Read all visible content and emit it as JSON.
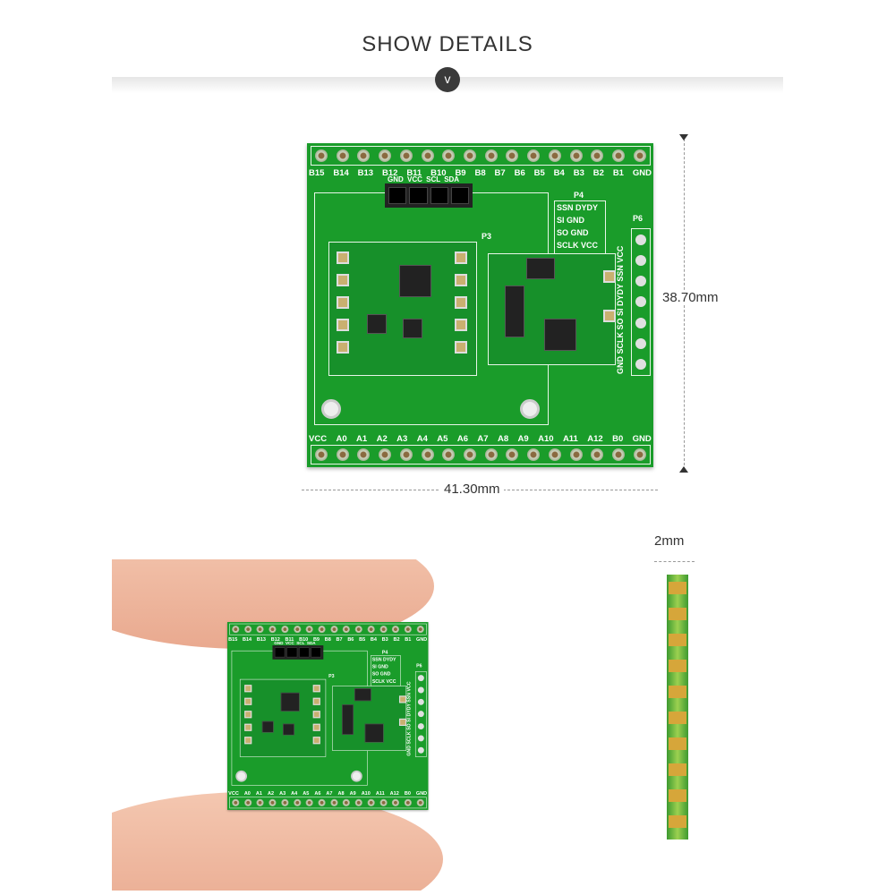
{
  "header": {
    "title": "SHOW DETAILS",
    "chevron": "v"
  },
  "board": {
    "top_labels": [
      "B15",
      "B14",
      "B13",
      "B12",
      "B11",
      "B10",
      "B9",
      "B8",
      "B7",
      "B6",
      "B5",
      "B4",
      "B3",
      "B2",
      "B1",
      "GND"
    ],
    "bottom_labels": [
      "VCC",
      "A0",
      "A1",
      "A2",
      "A3",
      "A4",
      "A5",
      "A6",
      "A7",
      "A8",
      "A9",
      "A10",
      "A11",
      "A12",
      "B0",
      "GND"
    ],
    "header_labels": "GND VCC SCL SDA",
    "p3": "P3",
    "p4": "P4",
    "p4_rows": [
      "SSN DYDY",
      "SI GND",
      "SO GND",
      "SCLK VCC"
    ],
    "p6": "P6",
    "p6_labels": "GND SCLK SO SI DYDY SSN VCC"
  },
  "dimensions": {
    "height": "38.70mm",
    "width": "41.30mm",
    "thickness": "2mm"
  }
}
